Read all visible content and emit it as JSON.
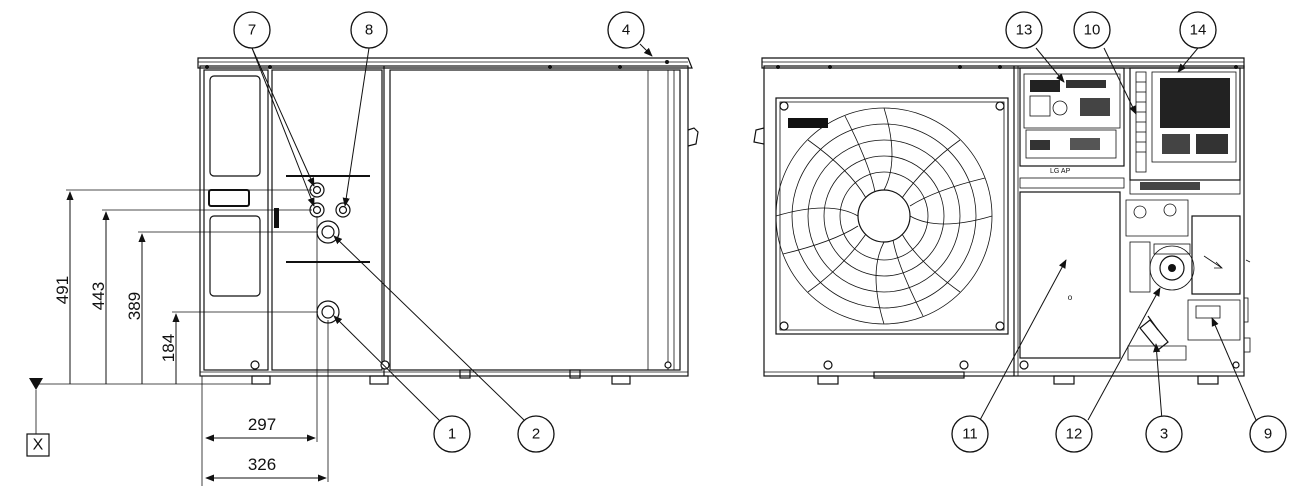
{
  "callouts": {
    "c7": "7",
    "c8": "8",
    "c4": "4",
    "c1": "1",
    "c2": "2",
    "c13": "13",
    "c10": "10",
    "c14": "14",
    "c11": "11",
    "c12": "12",
    "c3": "3",
    "c9": "9"
  },
  "dimensions": {
    "h491": "491",
    "h443": "443",
    "h389": "389",
    "h184": "184",
    "w297": "297",
    "w326": "326"
  },
  "reference_label": "X",
  "panel_label": "LG AP"
}
